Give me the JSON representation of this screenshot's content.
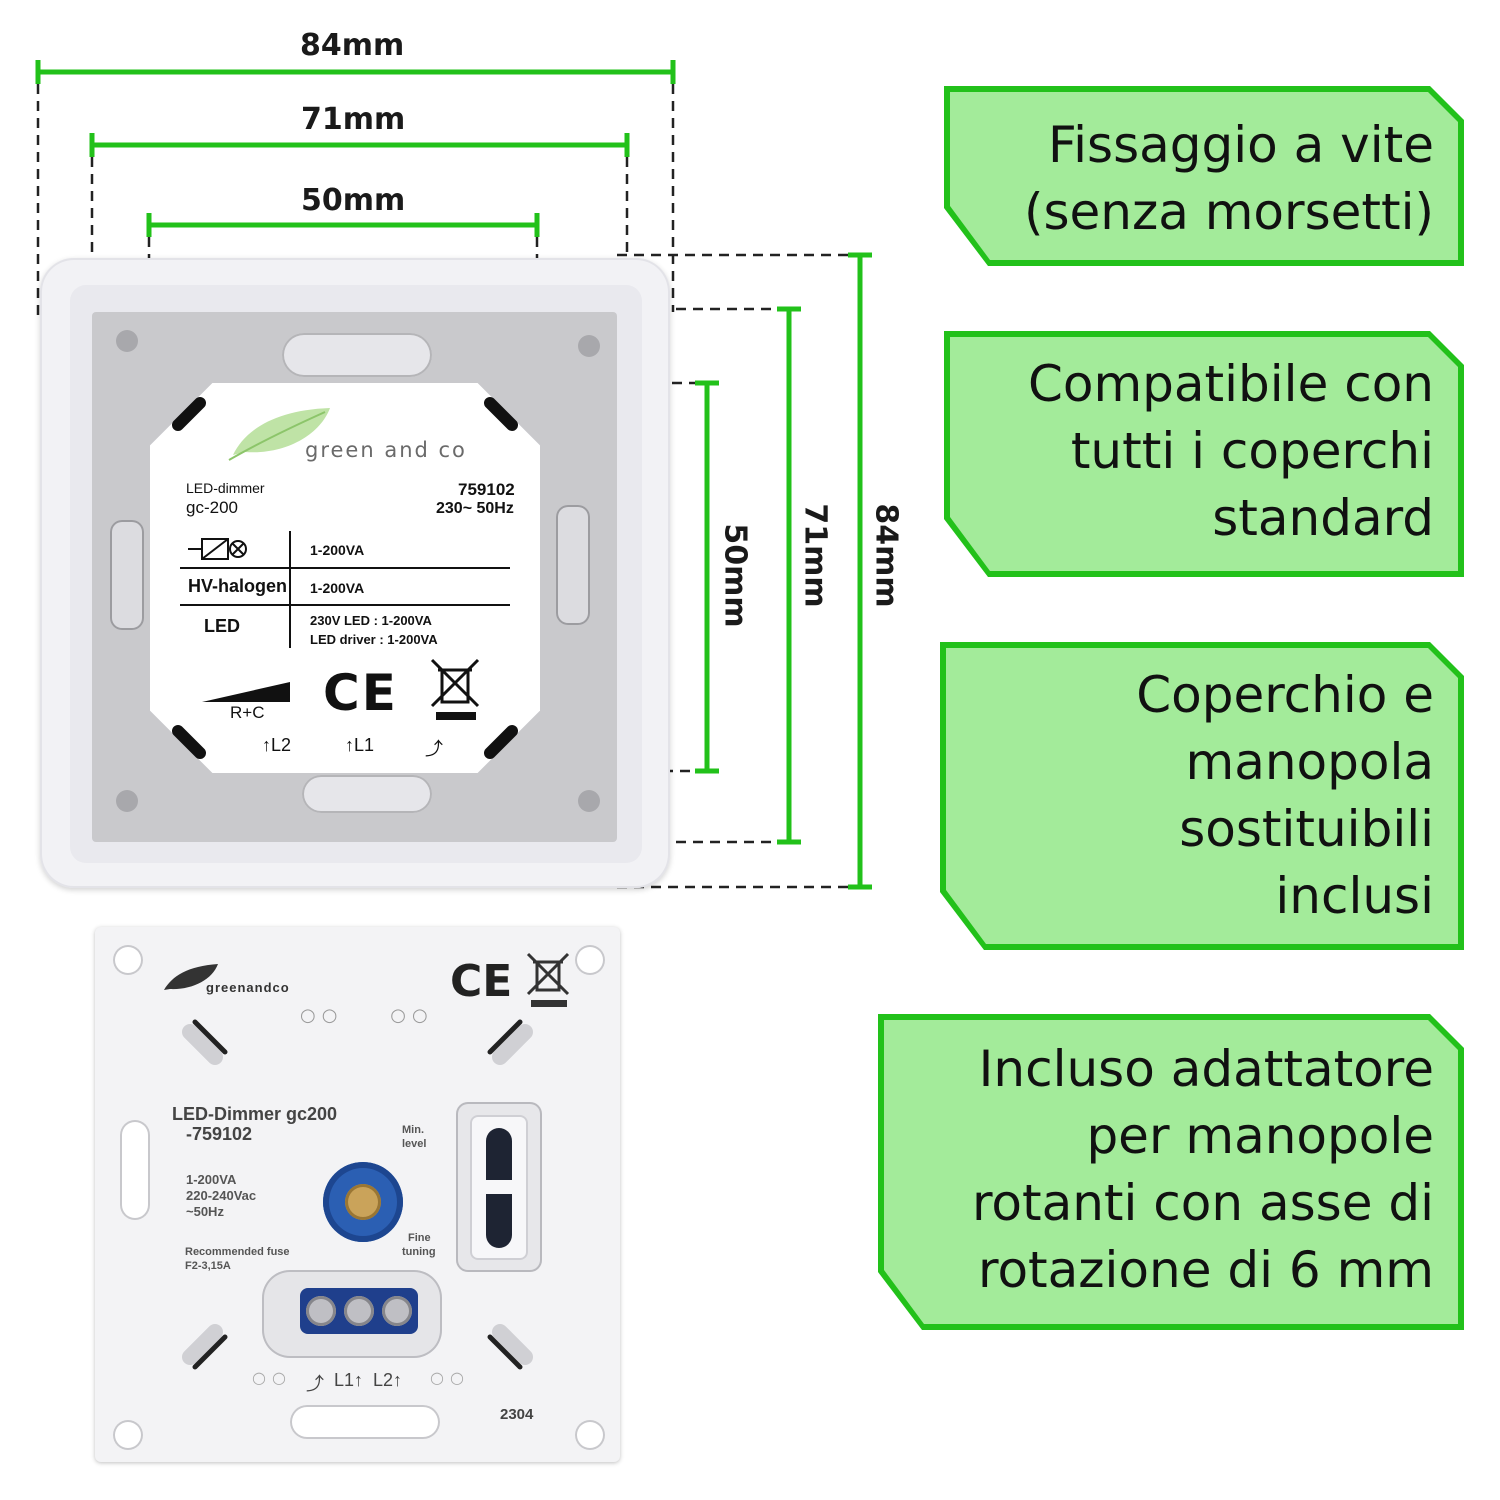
{
  "dimensions": {
    "width_outer": "84mm",
    "width_mid": "71mm",
    "width_inner": "50mm",
    "height_inner": "50mm",
    "height_mid": "71mm",
    "height_outer": "84mm"
  },
  "colors": {
    "accent_green": "#22c11a",
    "callout_fill": "#a3eb9a",
    "panel_white": "#f4f4f6",
    "metal": "#c9c9cc"
  },
  "callouts": [
    {
      "lines": [
        "Fissaggio a vite",
        "(senza morsetti)"
      ]
    },
    {
      "lines": [
        "Compatibile con",
        "tutti i coperchi",
        "standard"
      ]
    },
    {
      "lines": [
        "Coperchio e",
        "manopola",
        "sostituibili",
        "inclusi"
      ]
    },
    {
      "lines": [
        "Incluso adattatore",
        "per manopole",
        "rotanti con asse di",
        "rotazione di 6 mm"
      ]
    }
  ],
  "top_label": {
    "brand": "green and co",
    "model_line1": "LED-dimmer",
    "model_line2": "gc-200",
    "code": "759102",
    "rating": "230~ 50Hz",
    "row1_value": "1-200VA",
    "row2_name": "HV-halogen",
    "row2_value": "1-200VA",
    "row3_name": "LED",
    "row3_value_a": "230V LED : 1-200VA",
    "row3_value_b": "LED driver : 1-200VA",
    "rc": "R+C",
    "ce": "CE",
    "terminal_l2": "L2",
    "terminal_l1": "L1"
  },
  "bottom_plate": {
    "brand": "greenandco",
    "ce": "CE",
    "title": "LED-Dimmer gc200",
    "code": "-759102",
    "spec1": "1-200VA",
    "spec2": "220-240Vac",
    "spec3": "~50Hz",
    "fuse1": "Recommended fuse",
    "fuse2": "F2-3,15A",
    "min_level1": "Min.",
    "min_level2": "level",
    "fine1": "Fine",
    "fine2": "tuning",
    "terminals": "L1↑  L2↑",
    "batch": "2304"
  }
}
